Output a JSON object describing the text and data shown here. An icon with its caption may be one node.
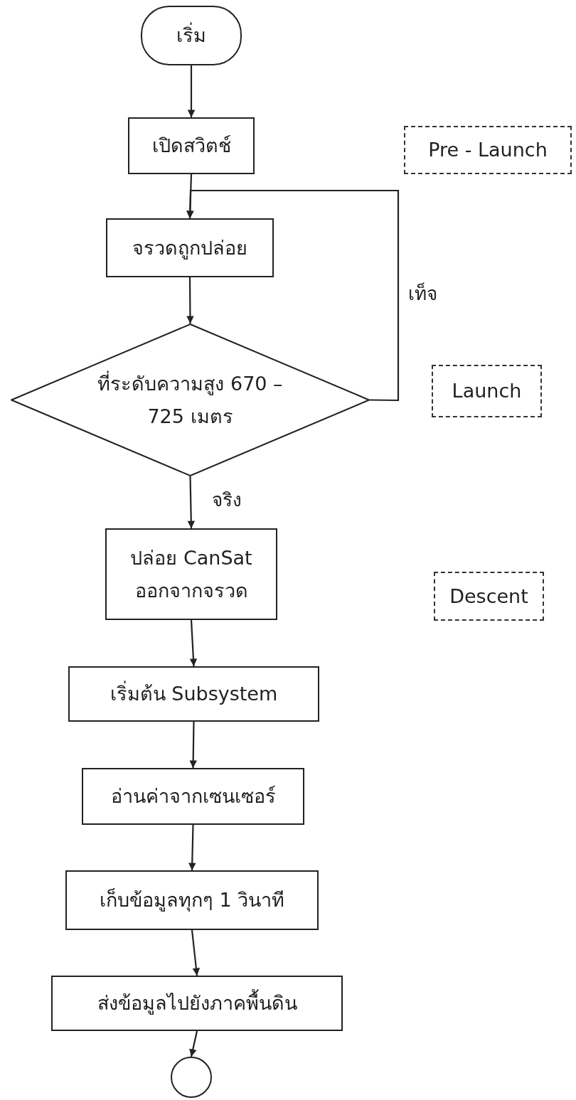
{
  "diagram": {
    "nodes": [
      {
        "text": [
          "เริ่ม"
        ]
      },
      {
        "text": [
          "เปิดสวิตช์"
        ]
      },
      {
        "text": [
          "จรวดถูกปล่อย"
        ]
      },
      {
        "text": [
          "ที่ระดับความสูง 670 – 725 เมตร"
        ]
      },
      {
        "text": [
          "ปล่อย CanSat ออกจากจรวด"
        ]
      },
      {
        "text": [
          "เริ่มต้น Subsystem"
        ]
      },
      {
        "text": [
          "อ่านค่าจากเซนเซอร์"
        ]
      },
      {
        "text": [
          "เก็บข้อมูลทุกๆ 1 วินาที"
        ]
      },
      {
        "text": [
          "ส่งข้อมูลไปยังภาคพื้นดิน"
        ]
      },
      {
        "text": [],
        "shape": "circle"
      },
      {
        "text": [
          "Pre - Launch"
        ]
      },
      {
        "text": [
          "Launch"
        ]
      },
      {
        "text": [
          "Descent"
        ]
      }
    ],
    "edges": [
      {
        "from": 0,
        "to": 1,
        "arrow": "to"
      },
      {
        "from": 1,
        "to": 2,
        "arrow": "to"
      },
      {
        "from": 2,
        "to": 3,
        "arrow": "to"
      },
      {
        "from": 3,
        "to": 2,
        "arrow": "to",
        "label": "เท็จ"
      },
      {
        "from": 3,
        "to": 4,
        "arrow": "to",
        "label": "จริง"
      },
      {
        "from": 4,
        "to": 5,
        "arrow": "to"
      },
      {
        "from": 5,
        "to": 6,
        "arrow": "to"
      },
      {
        "from": 6,
        "to": 7,
        "arrow": "to"
      },
      {
        "from": 7,
        "to": 8,
        "arrow": "to"
      },
      {
        "from": 8,
        "to": 9,
        "arrow": "to"
      }
    ]
  }
}
